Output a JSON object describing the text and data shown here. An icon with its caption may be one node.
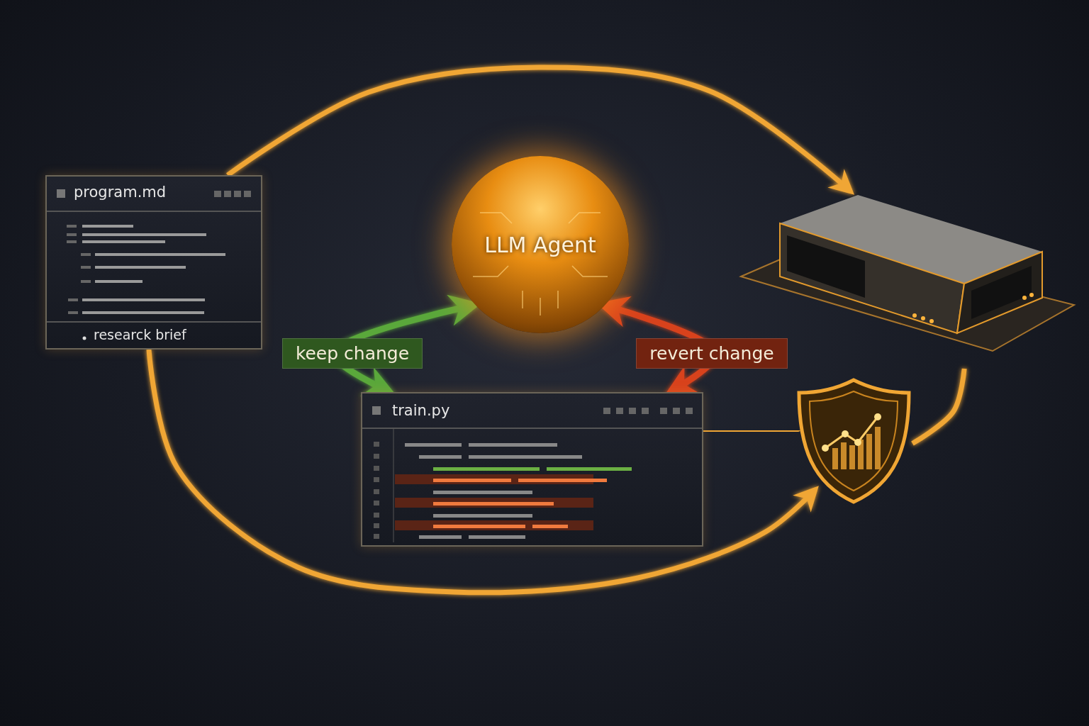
{
  "diagram": {
    "nodes": [
      {
        "text": [
          "program.md",
          "researck brief"
        ]
      },
      {
        "text": [
          "LLM Agent"
        ]
      },
      {
        "text": [],
        "shape": "picture"
      },
      {
        "text": [
          "train.py"
        ]
      },
      {
        "text": [],
        "shape": "picture"
      }
    ],
    "edges": [
      {
        "from": 0,
        "to": 2,
        "arrow": "to"
      },
      {
        "from": 0,
        "to": 4,
        "arrow": "to"
      },
      {
        "from": 2,
        "to": 4,
        "arrow": "none"
      },
      {
        "from": 3,
        "to": 4,
        "arrow": "to"
      },
      {
        "from": 3,
        "to": 1,
        "arrow": "both",
        "label": "keep change",
        "color": "#5aa83a"
      },
      {
        "from": 3,
        "to": 1,
        "arrow": "both",
        "label": "revert change",
        "color": "#d8431e"
      }
    ]
  }
}
